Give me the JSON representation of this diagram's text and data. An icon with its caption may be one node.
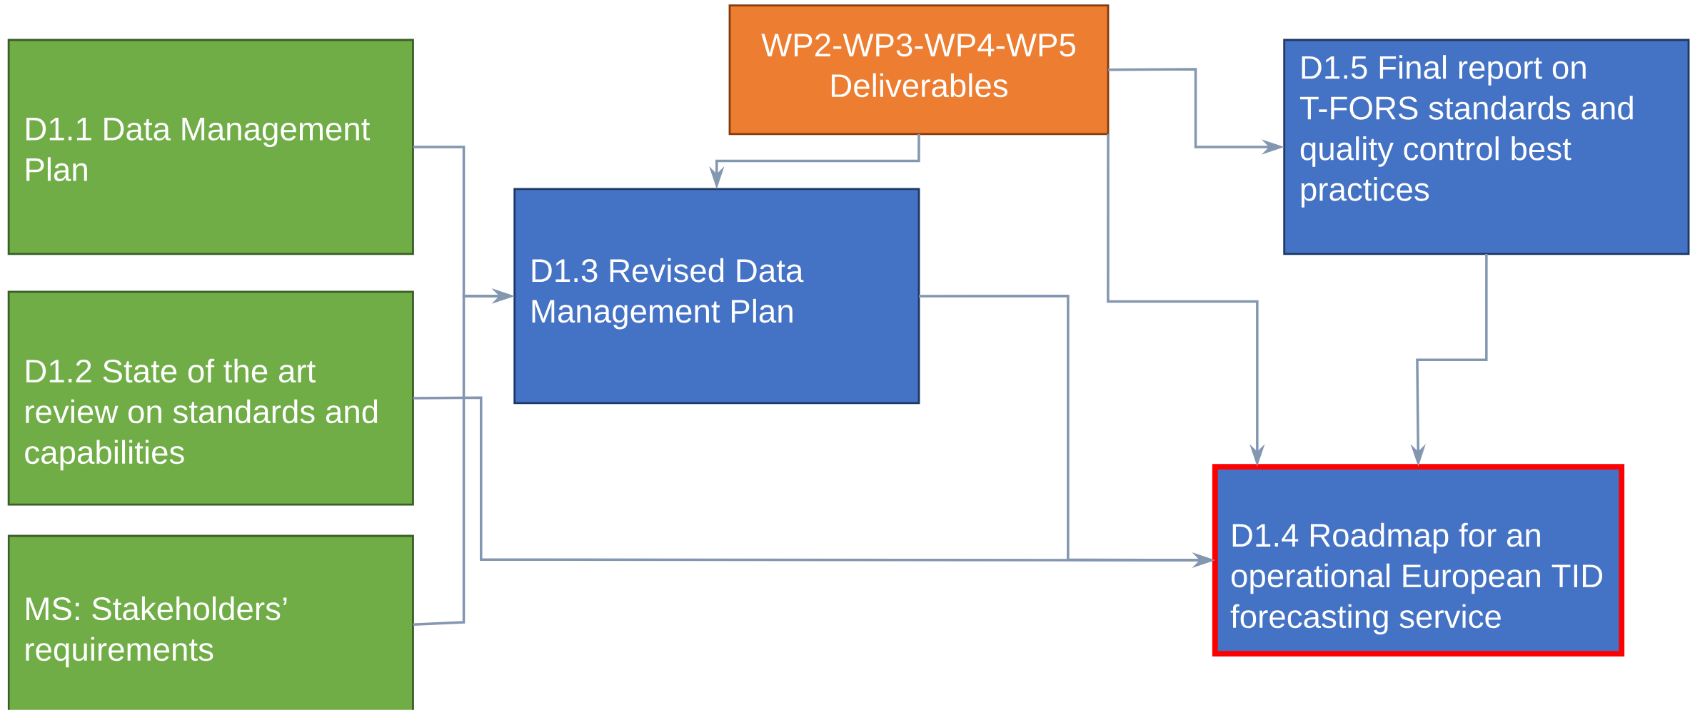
{
  "diagram": {
    "nodes": [
      {
        "text": [
          "D1.1 Data Management Plan"
        ]
      },
      {
        "text": [
          "D1.2 State of the art review on standards and capabilities"
        ]
      },
      {
        "text": [
          "MS: Stakeholders’ requirements"
        ]
      },
      {
        "text": [
          "WP2-WP3-WP4-WP5 Deliverables"
        ]
      },
      {
        "text": [
          "D1.3 Revised Data Management Plan"
        ]
      },
      {
        "text": [
          "D1.5 Final report on T-FORS standards and quality control best practices"
        ]
      },
      {
        "text": [
          "D1.4 Roadmap for an operational European TID forecasting service"
        ]
      }
    ],
    "edges": [
      {
        "from": 0,
        "to": 4,
        "arrow": "to"
      },
      {
        "from": 2,
        "to": 4,
        "arrow": "to"
      },
      {
        "from": 1,
        "to": 6,
        "arrow": "to"
      },
      {
        "from": 4,
        "to": 6,
        "arrow": "to"
      },
      {
        "from": 3,
        "to": 4,
        "arrow": "to"
      },
      {
        "from": 3,
        "to": 5,
        "arrow": "to"
      },
      {
        "from": 3,
        "to": 6,
        "arrow": "to"
      },
      {
        "from": 5,
        "to": 6,
        "arrow": "to"
      }
    ]
  }
}
